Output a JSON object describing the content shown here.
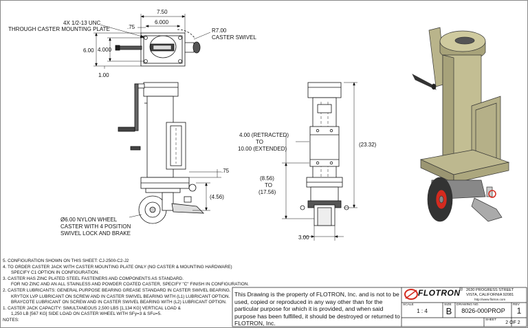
{
  "dimensions": {
    "top_width": "7.50",
    "top_inner_width": "6.000",
    "top_offset": ".75",
    "top_height": "6.00",
    "top_inner_height": "4.000",
    "top_bottom_offset": "1.00",
    "radius": "R7.00",
    "radius_label": "CASTER SWIVEL",
    "mount_holes_line1": "4X  1/2-13 UNC",
    "mount_holes_line2": "THROUGH CASTER MOUNTING PLATE",
    "side_offset": ".75",
    "side_dim": "(4.56)",
    "wheel_line1": "Ø6.00 NYLON WHEEL",
    "wheel_line2": "CASTER WITH 4 POSITION",
    "wheel_line3": "SWIVEL LOCK AND BRAKE",
    "retracted_line1": "4.00 (RETRACTED)",
    "retracted_line2": "TO",
    "retracted_line3": "10.00 (EXTENDED)",
    "height_line1": "(8.56)",
    "height_line2": "TO",
    "height_line3": "(17.56)",
    "overall_height": "(23.32)",
    "front_width": "3.00"
  },
  "notes": {
    "n5": "5.   CONFIGURATION SHOWN ON THIS SHEET: CJ-2500-C2-J2",
    "n4a": "4.   TO ORDER CASTER JACK WITH CASTER MOUNTING PLATE ONLY (NO CASTER & MOUNTING HARDWARE)",
    "n4b": "SPECIFY C1 OPTION IN CONFIGURATION.",
    "n3a": "3.   CASTER HAS ZINC PLATED STEEL FASTENERS AND COMPONENTS AS STANDARD.",
    "n3b": "FOR NO ZINC AND AN ALL STAINLESS AND POWDER COATED CASTER, SPECIFY \"C\" FINISH IN CONFIGURATION.",
    "n2a": "2.   CASTER LUBRICANTS:  GENERAL PURPOSE BEARING GREASE STANDARD IN CASTER SWIVEL BEARING.",
    "n2b": "KRYTOX LVP LUBRICANT ON SCREW AND IN CASTER SWIVEL BEARING WITH (L1) LUBRICANT OPTION.",
    "n2c": "BRAYCOTE LUBRICANT ON SCREW AND IN CASTER SWIVEL BEARING WITH (L2) LUBRICANT OPTION.",
    "n1a": "1.   CASTER JACK CAPACITY: SIMULTANEOUS 2,500 LBS [1,134 KG] VERTICAL LOAD &",
    "n1b": "1,250 LB [567 KG] SIDE LOAD ON CASTER WHEEL WITH SFy=3 & SFu=5.",
    "label": "NOTES:"
  },
  "title_block": {
    "property_text": "This Drawing is the property of FLOTRON, Inc. and is not to be used, copied or reproduced in any way other than for the particular purpose for which it is provided, and when said purpose has been fulfilled, it should be destroyed or returned to FLOTRON, Inc.",
    "company": "FLOTRON",
    "registered": "®",
    "address1": "2630 PROGRESS STREET",
    "address2": "VISTA, CALIFORNIA 92081",
    "website": "http://www.flotron.com",
    "scale_label": "SCALE",
    "scale": "1 : 4",
    "size_label": "SIZE",
    "size": "B",
    "drawing_label": "DRAWING NO.",
    "drawing_no": "8026-000PROP",
    "rev_label": "REV",
    "rev": "1",
    "sheet_label": "SHEET",
    "sheet": "2  OF  2"
  },
  "colors": {
    "line": "#111111",
    "body_olive": "#c9c49a",
    "body_shadow": "#9e9a72",
    "accent_red": "#d42a1f"
  }
}
